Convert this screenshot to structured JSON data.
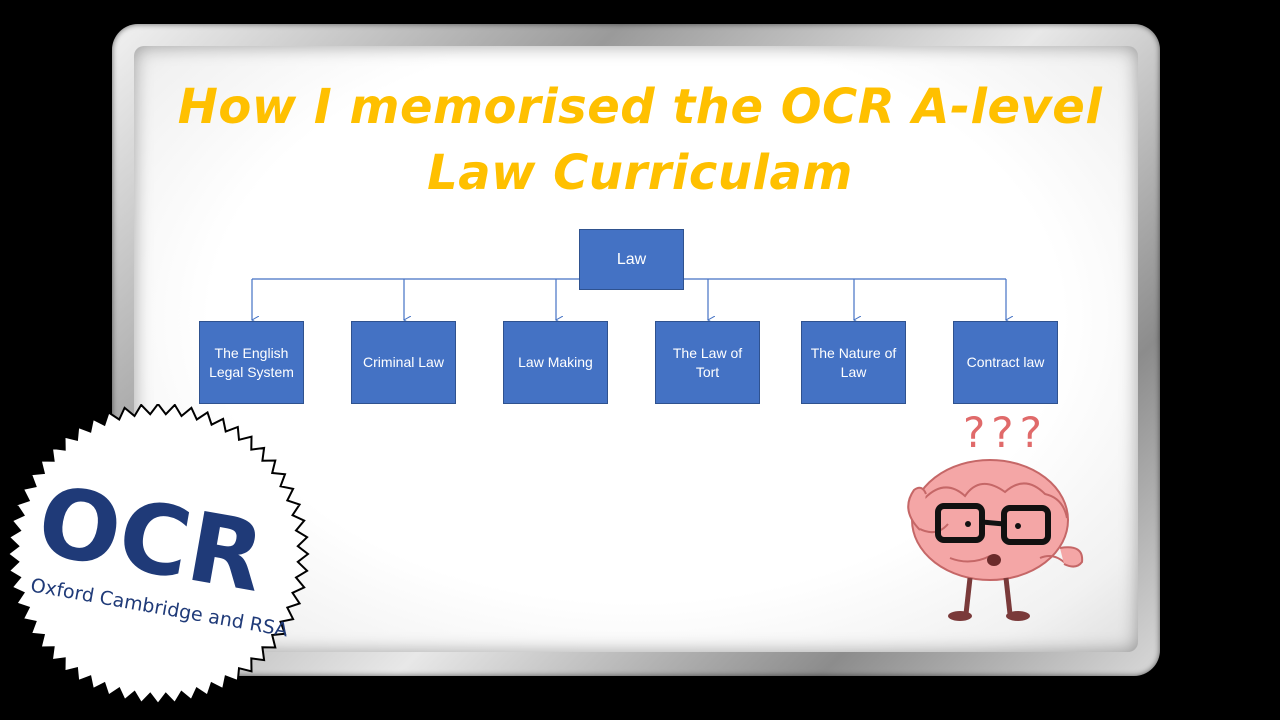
{
  "title": {
    "line1": "How I memorised the OCR A-level",
    "line2": "Law Curriculam"
  },
  "diagram": {
    "root": "Law",
    "children": [
      "The English Legal System",
      "Criminal Law",
      "Law Making",
      "The Law of Tort",
      "The Nature of Law",
      "Contract law"
    ]
  },
  "logo": {
    "wordmark": "OCR",
    "tagline": "Oxford Cambridge and RSA"
  },
  "illustration": {
    "question_marks": "???"
  },
  "colors": {
    "title": "#ffc000",
    "box_fill": "#4472c4",
    "connector": "#4472c4",
    "ocr_blue": "#1f3a78"
  }
}
